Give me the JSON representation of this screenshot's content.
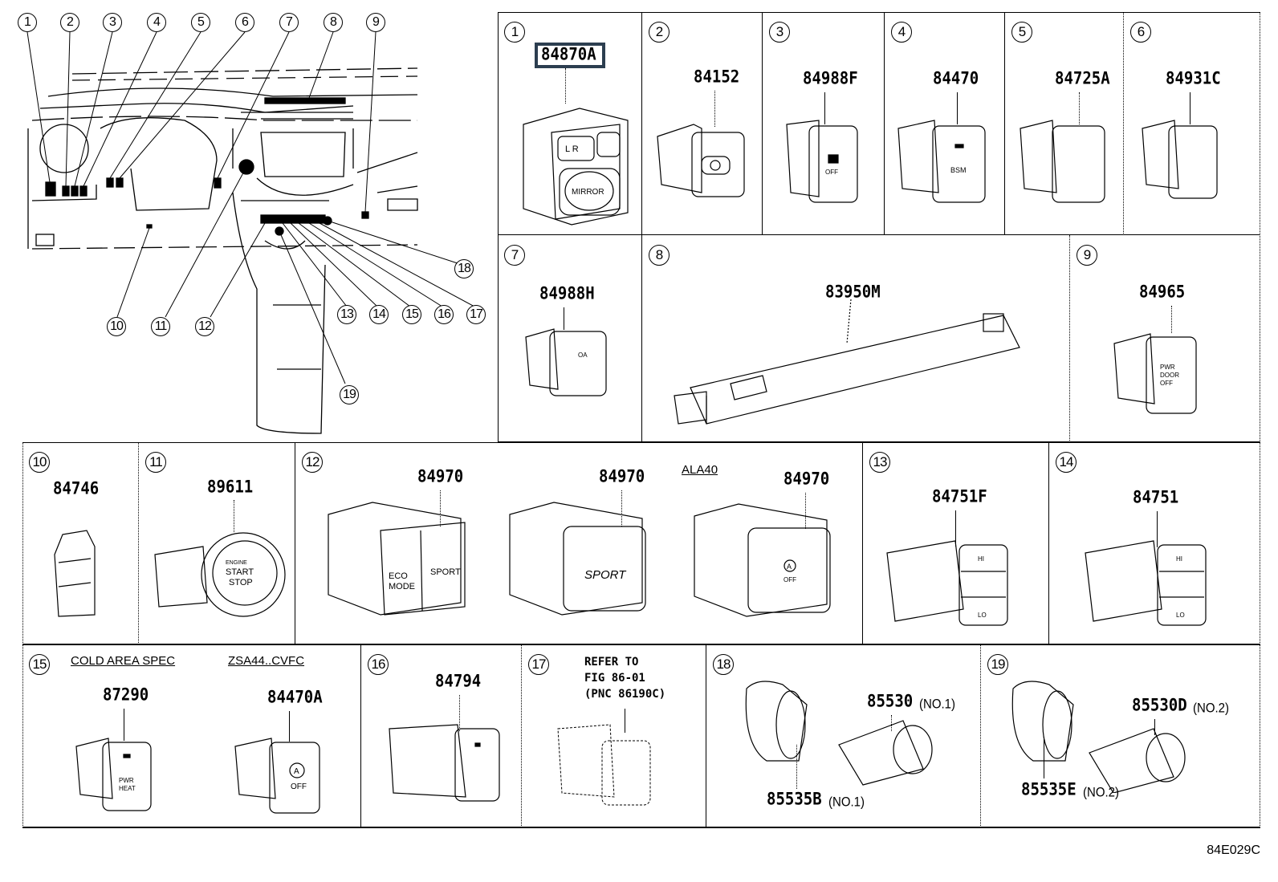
{
  "figure_id": "84E029C",
  "overview": {
    "callouts": [
      "1",
      "2",
      "3",
      "4",
      "5",
      "6",
      "7",
      "8",
      "9",
      "10",
      "11",
      "12",
      "13",
      "14",
      "15",
      "16",
      "17",
      "18",
      "19"
    ]
  },
  "cells": [
    {
      "index": "1",
      "part_number": "84870A",
      "highlighted": true,
      "face_label": "MIRROR",
      "face_sub": "L  R"
    },
    {
      "index": "2",
      "part_number": "84152"
    },
    {
      "index": "3",
      "part_number": "84988F",
      "face_label": "OFF"
    },
    {
      "index": "4",
      "part_number": "84470",
      "face_label": "BSM"
    },
    {
      "index": "5",
      "part_number": "84725A"
    },
    {
      "index": "6",
      "part_number": "84931C"
    },
    {
      "index": "7",
      "part_number": "84988H",
      "face_label": "OA"
    },
    {
      "index": "8",
      "part_number": "83950M"
    },
    {
      "index": "9",
      "part_number": "84965",
      "face_label": "PWR DOOR OFF"
    },
    {
      "index": "10",
      "part_number": "84746"
    },
    {
      "index": "11",
      "part_number": "89611",
      "face_label": "ENGINE START STOP"
    },
    {
      "index": "12",
      "note": "ALA40",
      "variants": [
        {
          "part_number": "84970",
          "face_label": "ECO MODE / SPORT"
        },
        {
          "part_number": "84970",
          "face_label": "SPORT"
        },
        {
          "part_number": "84970",
          "face_label": "A OFF"
        }
      ]
    },
    {
      "index": "13",
      "part_number": "84751F",
      "face_label": "HI / LO"
    },
    {
      "index": "14",
      "part_number": "84751",
      "face_label": "HI / LO"
    },
    {
      "index": "15",
      "variants": [
        {
          "note": "COLD AREA SPEC",
          "part_number": "87290",
          "face_label": "PWR HEAT"
        },
        {
          "note": "ZSA44..CVFC",
          "part_number": "84470A",
          "face_label": "A OFF"
        }
      ]
    },
    {
      "index": "16",
      "part_number": "84794"
    },
    {
      "index": "17",
      "refer_text": "REFER TO\nFIG 86-01\n(PNC 86190C)"
    },
    {
      "index": "18",
      "parts": [
        {
          "part_number": "85530",
          "suffix": "(NO.1)"
        },
        {
          "part_number": "85535B",
          "suffix": "(NO.1)"
        }
      ]
    },
    {
      "index": "19",
      "parts": [
        {
          "part_number": "85530D",
          "suffix": "(NO.2)"
        },
        {
          "part_number": "85535E",
          "suffix": "(NO.2)"
        }
      ]
    }
  ],
  "colors": {
    "highlight_border": "#2c3e50",
    "line": "#000000"
  }
}
